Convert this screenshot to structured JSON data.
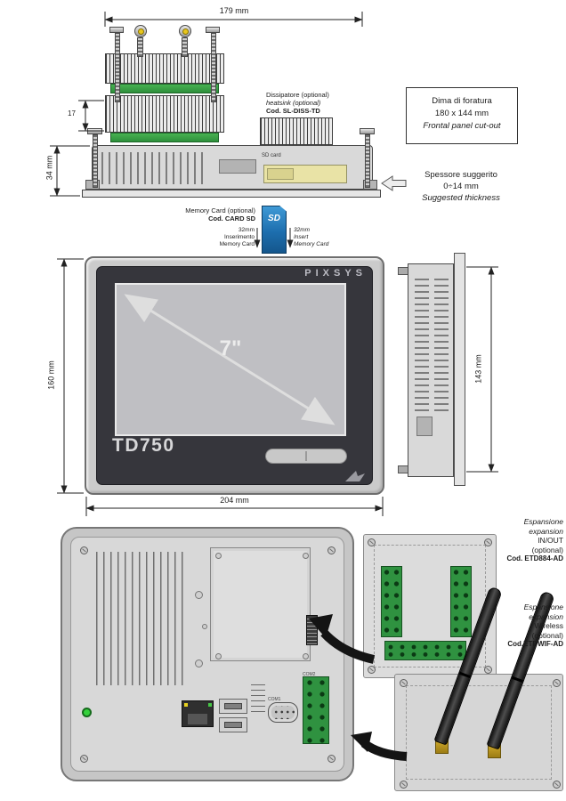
{
  "drawing": {
    "dims": {
      "top_width": "179 mm",
      "fin_height": "17",
      "body_depth": "34 mm",
      "front_height": "160 mm",
      "front_width": "204 mm",
      "side_height": "143 mm",
      "screen_diagonal": "7\""
    },
    "heatsink_note": {
      "line1": "Dissipatore (optional)",
      "line2": "heatsink (optional)",
      "line3": "Cod. SL-DISS-TD"
    },
    "sd_slot_label": "SD card",
    "cutout_note": {
      "line1": "Dima di foratura",
      "line2": "180 x 144 mm",
      "line3": "Frontal panel cut-out"
    },
    "thickness_note": {
      "line1": "Spessore suggerito",
      "line2": "0÷14 mm",
      "line3": "Suggested thickness"
    },
    "memory_card": {
      "title": "Memory Card (optional)",
      "code": "Cod. CARD SD",
      "logo": "SD",
      "left": {
        "line1": "32mm",
        "line2": "Inserimento",
        "line3": "Memory Card"
      },
      "right": {
        "line1": "32mm",
        "line2": "Insert",
        "line3": "Memory Card"
      }
    },
    "front": {
      "brand": "PIXSYS",
      "model": "TD750"
    },
    "back": {
      "com1": "COM1",
      "com2": "COM2"
    },
    "expansion_io": {
      "line1": "Espansione",
      "line2": "expansion",
      "line3": "IN/OUT",
      "line4": "(optional)",
      "line5": "Cod. ETD884-AD"
    },
    "expansion_wifi": {
      "line1": "Espansione",
      "line2": "expansion",
      "line3": "Wireless",
      "line4": "(optional)",
      "line5": "Cod.ETDWIF-AD"
    }
  },
  "colors": {
    "pcb_green": "#2f9240",
    "sd_blue": "#1f7ec2",
    "screw_yellow": "#e8c61c",
    "led_green": "#35d13c",
    "antenna_gold": "#c9a227",
    "line": "#222222"
  }
}
